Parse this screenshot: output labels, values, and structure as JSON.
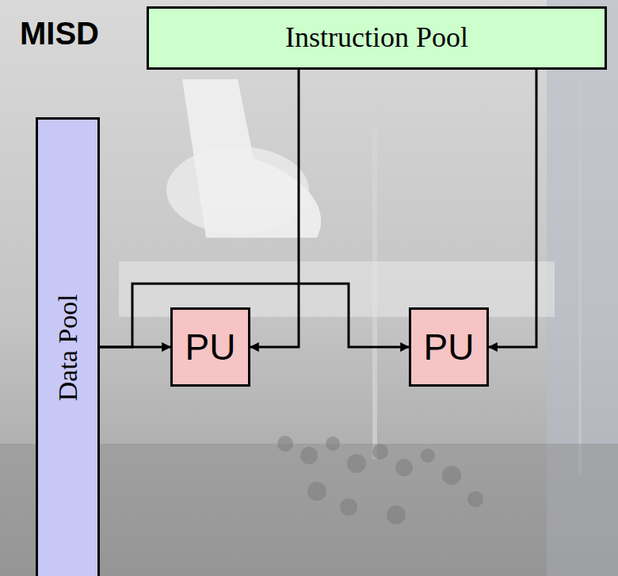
{
  "diagram": {
    "nodes": [
      {
        "text": [
          "Instruction Pool"
        ]
      },
      {
        "text": [
          "Data Pool"
        ]
      },
      {
        "text": [
          "PU"
        ]
      },
      {
        "text": [
          "PU"
        ]
      }
    ],
    "edges": [
      {
        "from": 0,
        "to": 2,
        "arrow": "to"
      },
      {
        "from": 0,
        "to": 3,
        "arrow": "to"
      },
      {
        "from": 1,
        "to": 2,
        "arrow": "to"
      },
      {
        "from": 1,
        "to": 3,
        "arrow": "to"
      }
    ],
    "labels": [
      "MISD"
    ]
  }
}
